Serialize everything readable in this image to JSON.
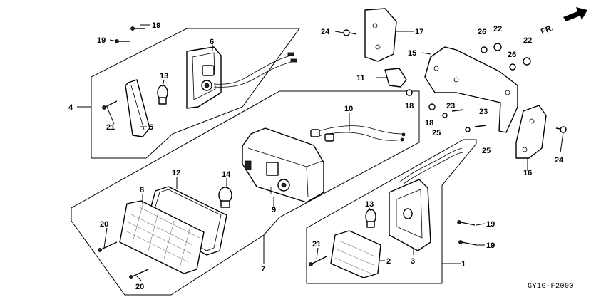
{
  "direction_label": "FR.",
  "figure_code": "GY1G-F2000",
  "callouts": {
    "c1": "1",
    "c2": "2",
    "c3": "3",
    "c4": "4",
    "c5": "5",
    "c6": "6",
    "c7": "7",
    "c8": "8",
    "c9": "9",
    "c10": "10",
    "c11": "11",
    "c12": "12",
    "c13a": "13",
    "c13b": "13",
    "c14": "14",
    "c15": "15",
    "c16": "16",
    "c17": "17",
    "c18a": "18",
    "c18b": "18",
    "c19a": "19",
    "c19b": "19",
    "c19c": "19",
    "c19d": "19",
    "c20a": "20",
    "c20b": "20",
    "c21a": "21",
    "c21b": "21",
    "c22a": "22",
    "c22b": "22",
    "c23a": "23",
    "c23b": "23",
    "c24a": "24",
    "c24b": "24",
    "c25a": "25",
    "c25b": "25",
    "c26a": "26",
    "c26b": "26"
  }
}
